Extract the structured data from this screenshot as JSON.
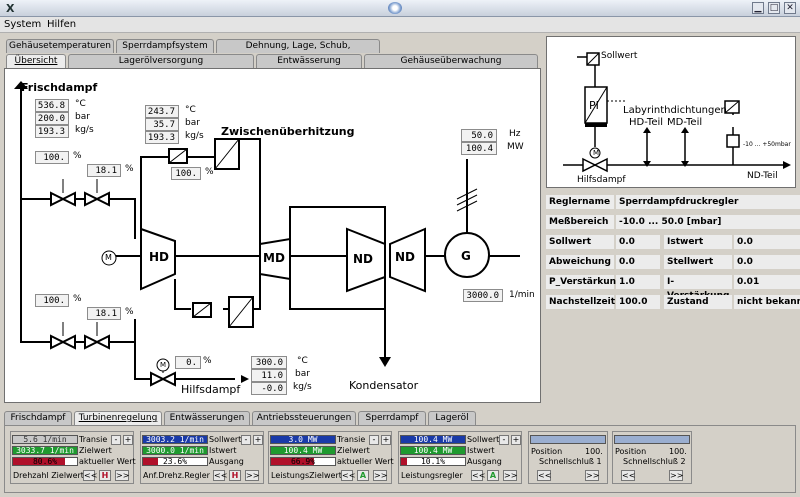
{
  "window": {
    "logo": "X"
  },
  "menu": [
    "System",
    "Hilfen"
  ],
  "top_tabs_row1": [
    "Gehäusetemperaturen",
    "Sperrdampfsystem",
    "Dehnung, Lage, Schub, Schwingung"
  ],
  "top_tabs_row2": [
    "Übersicht",
    "Lagerölversorgung",
    "Entwässerung",
    "Gehäuseüberwachung"
  ],
  "diagram": {
    "frischdampf": "Frischdampf",
    "fd_values": [
      "536.8",
      "200.0",
      "193.3"
    ],
    "fd_units": [
      "°C",
      "bar",
      "kg/s"
    ],
    "valve_top_left": "100.",
    "valve_top_right": "18.1",
    "valve_bot_left": "100.",
    "valve_bot_right": "18.1",
    "pct": "%",
    "zu_values": [
      "243.7",
      "35.7",
      "193.3"
    ],
    "zu_units": [
      "°C",
      "bar",
      "kg/s"
    ],
    "zwischen": "Zwischenüberhitzung",
    "zu_valve": "100.",
    "hz_value": "50.0",
    "hz_unit": "Hz",
    "mw_value": "100.4",
    "mw_unit": "MW",
    "rpm_value": "3000.0",
    "rpm_unit": "1/min",
    "hd": "HD",
    "md": "MD",
    "nd1": "ND",
    "nd2": "ND",
    "g": "G",
    "m": "M",
    "hilfsdampf_valve": "0.",
    "hd_values": [
      "300.0",
      "11.0",
      "-0.0"
    ],
    "hd_units": [
      "°C",
      "bar",
      "kg/s"
    ],
    "hilfsdampf": "Hilfsdampf",
    "kondensator": "Kondensator"
  },
  "regler_diagram": {
    "sollwert": "Sollwert",
    "pi": "PI",
    "laby": "Labyrinthdichtungen",
    "hd_teil": "HD-Teil",
    "md_teil": "MD-Teil",
    "m": "M",
    "hilfsdampf": "Hilfsdampf",
    "nd_teil": "ND-Teil",
    "range_small": "-10 ... +50mbar"
  },
  "regler": {
    "name_label": "Reglername",
    "name_value": "Sperrdampfdruckregler",
    "range_label": "Meßbereich",
    "range_value": "-10.0 ... 50.0 [mbar]",
    "soll_label": "Sollwert",
    "soll_value": "0.0",
    "ist_label": "Istwert",
    "ist_value": "0.0",
    "abw_label": "Abweichung",
    "abw_value": "0.0",
    "stell_label": "Stellwert",
    "stell_value": "0.0",
    "p_label": "P_Verstärkung",
    "p_value": "1.0",
    "i_label": "I-Verstärkung",
    "i_value": "0.01",
    "nach_label": "Nachstellzeit",
    "nach_value": "100.0",
    "zust_label": "Zustand",
    "zust_value": "nicht bekannt"
  },
  "bottom_tabs": [
    "Frischdampf",
    "Turbinenregelung",
    "Entwässerungen",
    "Antriebssteuerungen",
    "Sperrdampf",
    "Lageröl"
  ],
  "controls": [
    {
      "bar1": "5.6 1/min",
      "bar2": "3033.7 1/min",
      "bar3": "80.6%",
      "l1": "Transie",
      "l2": "Zielwert",
      "l3": "aktueller Wert",
      "foot": "Drehzahl Zielwert",
      "btn": "H",
      "bar3_fill": 0.806
    },
    {
      "bar1": "3003.2 1/min",
      "bar2": "3000.0 1/min",
      "bar3": "23.6%",
      "l1": "Sollwert",
      "l2": "Istwert",
      "l3": "Ausgang",
      "foot": "Anf.Drehz.Regler",
      "btn": "H",
      "bar3_fill": 0.236
    },
    {
      "bar1": "3.0 MW",
      "bar2": "100.4 MW",
      "bar3": "66.9%",
      "l1": "Transie",
      "l2": "Zielwert",
      "l3": "aktueller Wert",
      "foot": "LeistungsZielwert",
      "btn": "A",
      "bar3_fill": 0.669
    },
    {
      "bar1": "100.4 MW",
      "bar2": "100.4 MW",
      "bar3": "10.1%",
      "l1": "Sollwert",
      "l2": "Istwert",
      "l3": "Ausgang",
      "foot": "Leistungsregler",
      "btn": "A",
      "bar3_fill": 0.101
    },
    {
      "pos_label": "Position",
      "pos_value": "100.",
      "name": "Schnellschluß 1"
    },
    {
      "pos_label": "Position",
      "pos_value": "100.",
      "name": "Schnellschluß 2"
    }
  ],
  "colors": {
    "blue": "#1a3aa8",
    "green": "#1f9a2f",
    "red": "#b0102a",
    "slider": "#9aaed0"
  }
}
